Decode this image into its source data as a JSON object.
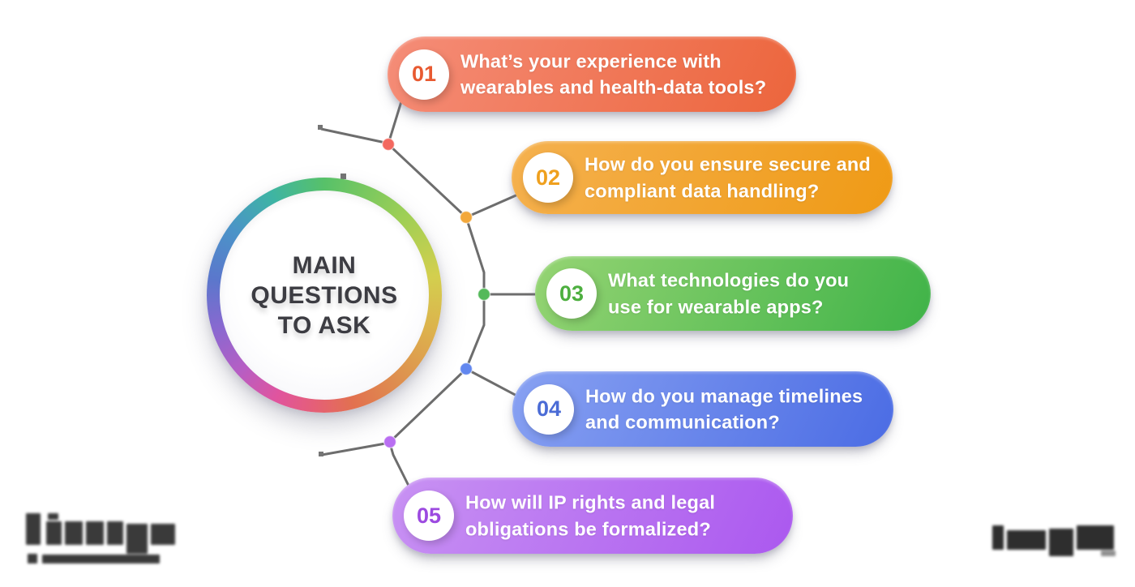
{
  "hub": {
    "lines": [
      "MAIN",
      "QUESTIONS",
      "TO ASK"
    ],
    "text_color": "#3c3c42"
  },
  "questions": [
    {
      "number": "01",
      "line1": "What’s your experience with",
      "line2": "wearables and health-data tools?",
      "gradient": [
        "#f58d78",
        "#ec653c"
      ],
      "number_color": "#e85a31",
      "dot_color": "#f3685f"
    },
    {
      "number": "02",
      "line1": "How do you ensure secure and",
      "line2": "compliant data handling?",
      "gradient": [
        "#f5b14f",
        "#ef9a15"
      ],
      "number_color": "#efa01e",
      "dot_color": "#f3a83b"
    },
    {
      "number": "03",
      "line1": "What technologies do you",
      "line2": "use for wearable apps?",
      "gradient": [
        "#95d473",
        "#3fb348"
      ],
      "number_color": "#4daf3f",
      "dot_color": "#54b95a"
    },
    {
      "number": "04",
      "line1": "How do you manage timelines",
      "line2": "and communication?",
      "gradient": [
        "#88a1f2",
        "#4b6ce4"
      ],
      "number_color": "#4b6cd6",
      "dot_color": "#6287ef"
    },
    {
      "number": "05",
      "line1": "How will IP rights and legal",
      "line2": "obligations be formalized?",
      "gradient": [
        "#c892f3",
        "#ab58ef"
      ],
      "number_color": "#9c4ae0",
      "dot_color": "#b96ef2"
    }
  ],
  "connector_color": "#6d6d6d"
}
